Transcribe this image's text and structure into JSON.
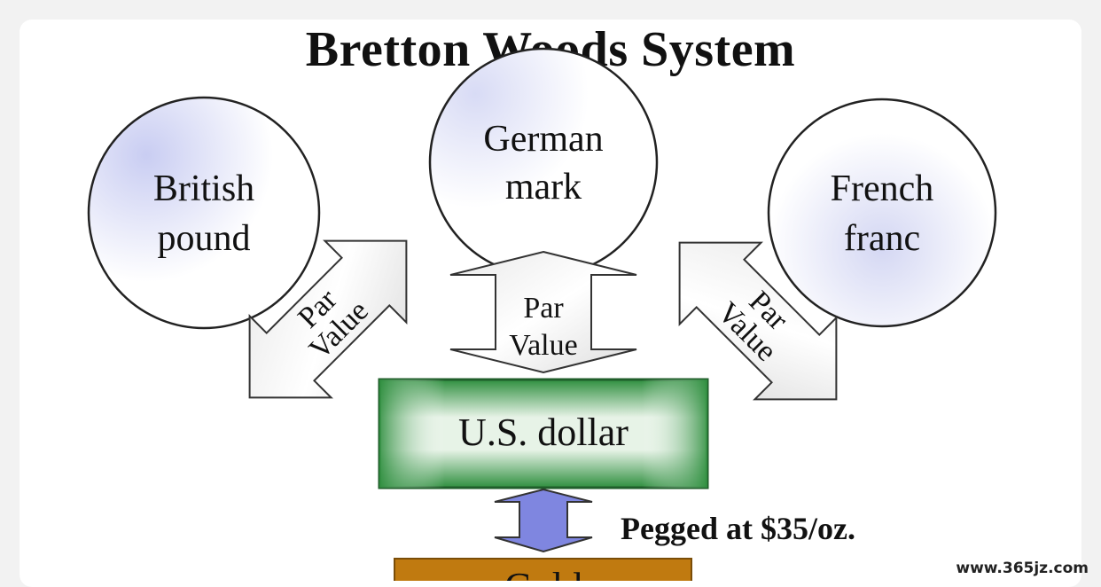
{
  "title": "Bretton Woods System",
  "nodes": {
    "british": {
      "line1": "British",
      "line2": "pound"
    },
    "german": {
      "line1": "German",
      "line2": "mark"
    },
    "french": {
      "line1": "French",
      "line2": "franc"
    }
  },
  "arrows": {
    "left": {
      "line1": "Par",
      "line2": "Value"
    },
    "center": {
      "line1": "Par",
      "line2": "Value"
    },
    "right": {
      "line1": "Par",
      "line2": "Value"
    }
  },
  "dollar": {
    "label": "U.S. dollar"
  },
  "peg": {
    "label": "Pegged at $35/oz."
  },
  "gold": {
    "label": "Gold"
  },
  "watermark": "www.365jz.com",
  "colors": {
    "dollar_box": "#2e8b3e",
    "gold_box": "#c07a10",
    "peg_arrow": "#7f86e0",
    "circle_shade": "#c9cdf2"
  }
}
